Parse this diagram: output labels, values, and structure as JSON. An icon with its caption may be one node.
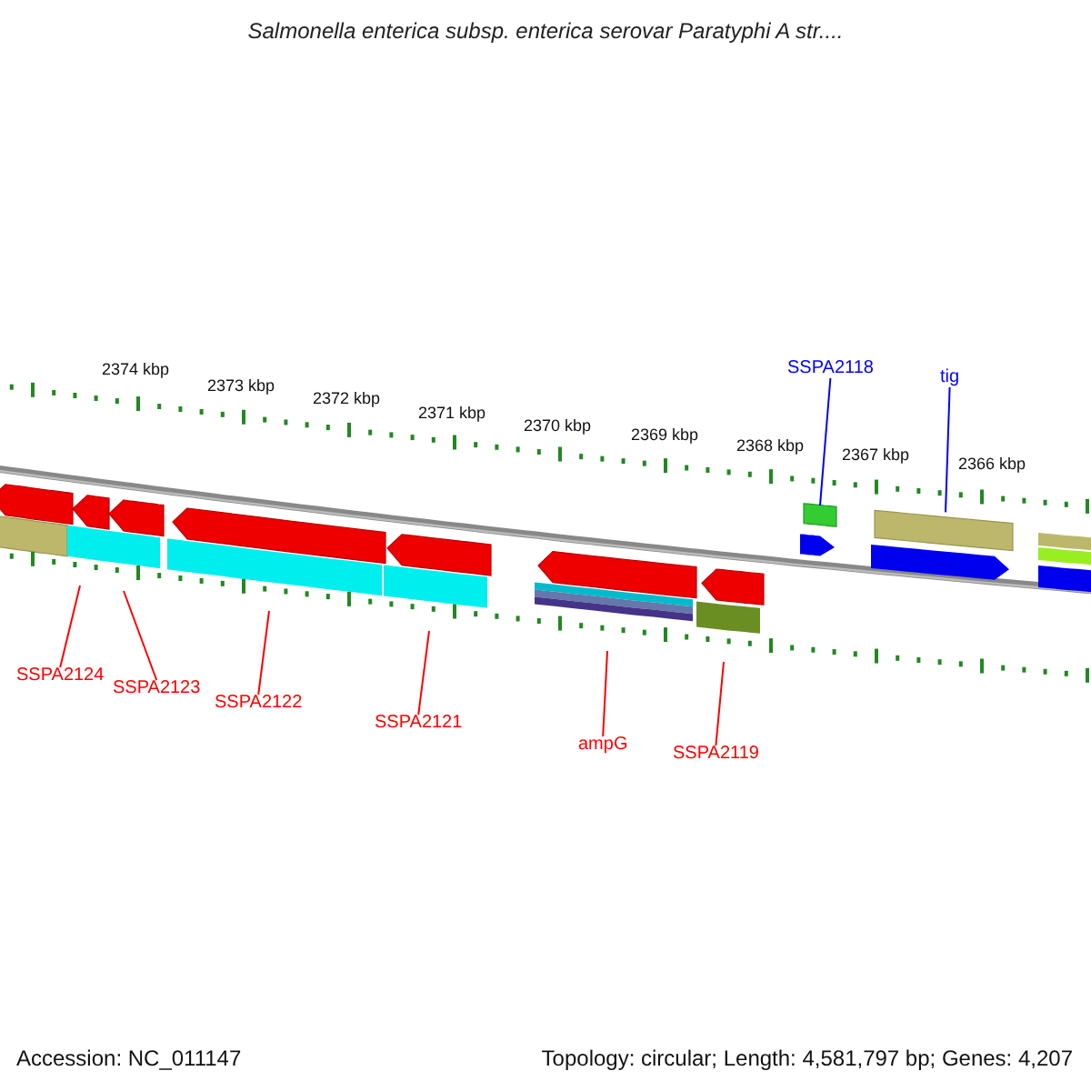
{
  "diagram": {
    "title": "Salmonella enterica subsp. enterica serovar Paratyphi A str....",
    "nodes": [
      {
        "text": [
          "SSPA2118"
        ]
      },
      {
        "text": [
          "tig"
        ]
      },
      {
        "text": [
          "SSPA2124"
        ]
      },
      {
        "text": [
          "SSPA2123"
        ]
      },
      {
        "text": [
          "SSPA2122"
        ]
      },
      {
        "text": [
          "SSPA2121"
        ]
      },
      {
        "text": [
          "ampG"
        ]
      },
      {
        "text": [
          "SSPA2119"
        ]
      },
      {
        "text": [],
        "shape": "bar"
      },
      {
        "text": [],
        "shape": "bar"
      }
    ],
    "edges": [
      {
        "from": 0,
        "to": 8,
        "arrow": "none",
        "color": "#0000ff"
      },
      {
        "from": 1,
        "to": 9,
        "arrow": "none",
        "color": "#0000ff"
      },
      {
        "from": 2,
        "to": null,
        "arrow": "none"
      },
      {
        "from": 3,
        "to": null,
        "arrow": "none"
      },
      {
        "from": 4,
        "to": null,
        "arrow": "none"
      },
      {
        "from": 5,
        "to": null,
        "arrow": "none"
      },
      {
        "from": 6,
        "to": null,
        "arrow": "none"
      },
      {
        "from": 7,
        "to": null,
        "arrow": "none"
      }
    ],
    "labels": [
      "2374 kbp",
      "2373 kbp",
      "2372 kbp",
      "2371 kbp",
      "2370 kbp",
      "2369 kbp",
      "2368 kbp",
      "2367 kbp",
      "2366 kbp",
      "Accession: NC_011147",
      "Topology: circular; Length: 4,581,797 bp; Genes: 4,207"
    ]
  }
}
